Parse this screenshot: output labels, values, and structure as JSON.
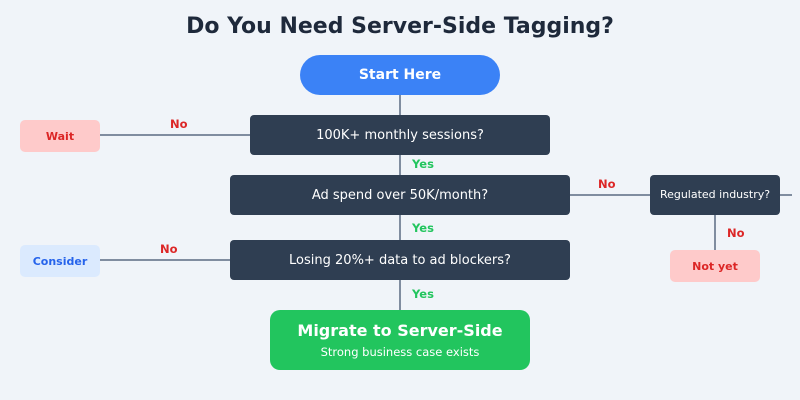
{
  "title": "Do You Need Server-Side Tagging?",
  "nodes": {
    "start": "Start Here",
    "q1": "100K+ monthly sessions?",
    "q2": "Ad spend over 50K/month?",
    "q3": "Losing 20%+ data to ad blockers?",
    "q4": "Regulated industry?",
    "end_title": "Migrate to Server-Side",
    "end_subtitle": "Strong business case exists",
    "wait": "Wait",
    "consider": "Consider",
    "not_yet": "Not yet"
  },
  "edge_labels": {
    "q1_no": "No",
    "q1_yes": "Yes",
    "q2_no": "No",
    "q2_yes": "Yes",
    "q3_no": "No",
    "q3_yes": "Yes",
    "q4_no": "No"
  },
  "colors": {
    "start": "#3b82f6",
    "question": "#2f3e52",
    "end": "#22c55e",
    "yes": "#22c55e",
    "no": "#dc2626",
    "line": "#5b6b82"
  }
}
